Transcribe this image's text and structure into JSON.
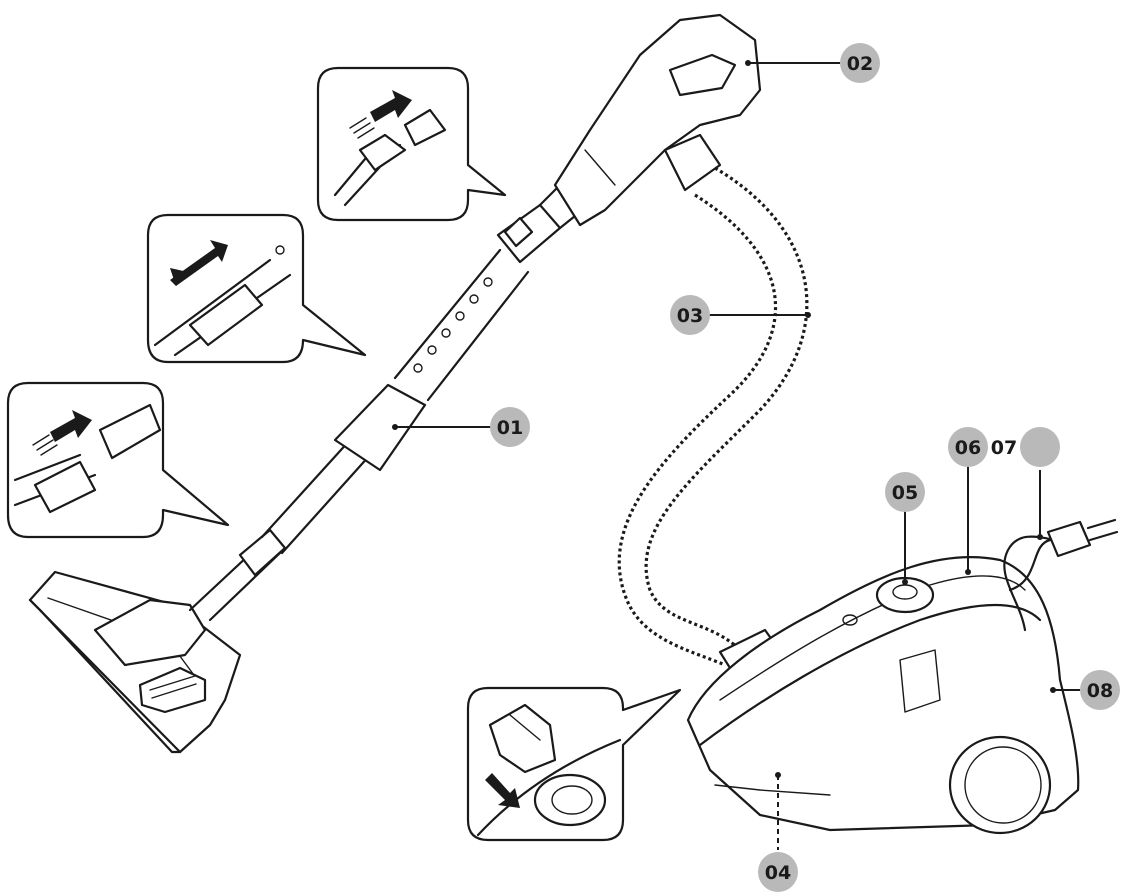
{
  "labels": {
    "c01": "01",
    "c02": "02",
    "c03": "03",
    "c04": "04",
    "c05": "05",
    "c06": "06",
    "c07": "07",
    "c08": "08"
  },
  "colors": {
    "badge": "#b9b9b9",
    "ink": "#1a1a1a",
    "background": "#ffffff"
  }
}
